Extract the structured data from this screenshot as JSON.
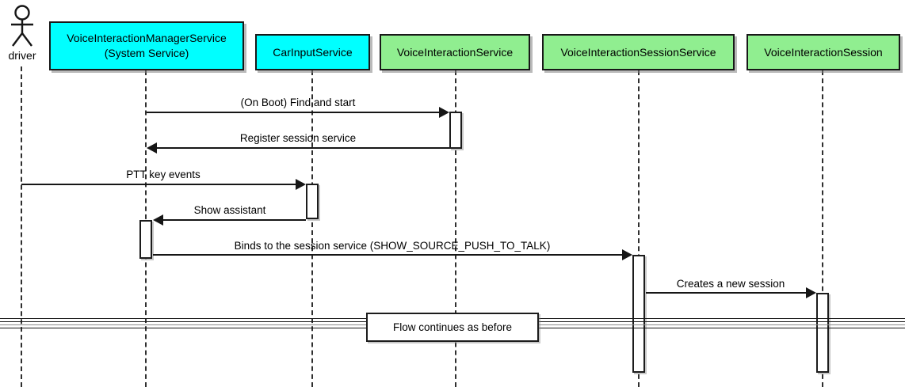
{
  "diagram": {
    "type": "uml-sequence-diagram",
    "actor": {
      "name": "driver"
    },
    "participants": [
      {
        "label": "VoiceInteractionManagerService",
        "sublabel": "(System Service)",
        "fill": "#00FFFF"
      },
      {
        "label": "CarInputService",
        "fill": "#00FFFF"
      },
      {
        "label": "VoiceInteractionService",
        "fill": "#90EE90"
      },
      {
        "label": "VoiceInteractionSessionService",
        "fill": "#90EE90"
      },
      {
        "label": "VoiceInteractionSession",
        "fill": "#90EE90"
      }
    ],
    "messages": [
      {
        "label": "(On Boot) Find and start",
        "from": "VoiceInteractionManagerService",
        "to": "VoiceInteractionService",
        "direction": "right"
      },
      {
        "label": "Register session service",
        "from": "VoiceInteractionService",
        "to": "VoiceInteractionManagerService",
        "direction": "left"
      },
      {
        "label": "PTT key events",
        "from": "driver",
        "to": "CarInputService",
        "direction": "right"
      },
      {
        "label": "Show assistant",
        "from": "CarInputService",
        "to": "VoiceInteractionManagerService",
        "direction": "left"
      },
      {
        "label": "Binds to the session service (SHOW_SOURCE_PUSH_TO_TALK)",
        "from": "VoiceInteractionManagerService",
        "to": "VoiceInteractionSessionService",
        "direction": "right"
      },
      {
        "label": "Creates a new session",
        "from": "VoiceInteractionSessionService",
        "to": "VoiceInteractionSession",
        "direction": "right"
      }
    ],
    "divider": {
      "label": "Flow continues as before"
    },
    "colors": {
      "participant_cyan": "#00FFFF",
      "participant_green": "#90EE90",
      "border": "#181818",
      "line": "#161616",
      "background": "#FFFFFF"
    }
  }
}
